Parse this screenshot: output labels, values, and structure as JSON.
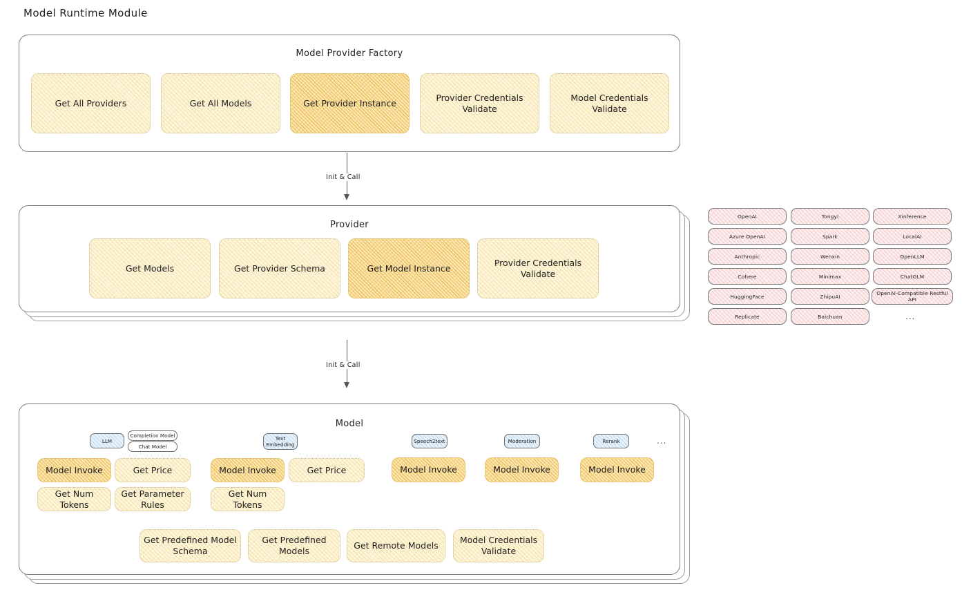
{
  "page": {
    "title": "Model Runtime Module"
  },
  "factory": {
    "title": "Model Provider Factory",
    "nodes": [
      {
        "label": "Get All Providers",
        "highlight": false
      },
      {
        "label": "Get All Models",
        "highlight": false
      },
      {
        "label": "Get Provider Instance",
        "highlight": true
      },
      {
        "label": "Provider Credentials Validate",
        "highlight": false
      },
      {
        "label": "Model Credentials Validate",
        "highlight": false
      }
    ]
  },
  "arrows": [
    {
      "label": "Init & Call"
    },
    {
      "label": "Init & Call"
    }
  ],
  "provider": {
    "title": "Provider",
    "nodes": [
      {
        "label": "Get Models",
        "highlight": false
      },
      {
        "label": "Get Provider Schema",
        "highlight": false
      },
      {
        "label": "Get Model Instance",
        "highlight": true
      },
      {
        "label": "Provider Credentials Validate",
        "highlight": false
      }
    ]
  },
  "provider_list": {
    "columns": [
      {
        "items": [
          "OpenAI",
          "Azure OpenAI",
          "Anthropic",
          "Cohere",
          "HuggingFace",
          "Replicate"
        ]
      },
      {
        "items": [
          "Tongyi",
          "Spark",
          "Wenxin",
          "Minimax",
          "ZhipuAI",
          "Baichuan"
        ]
      },
      {
        "items": [
          "Xinference",
          "LocalAI",
          "OpenLLM",
          "ChatGLM",
          "OpenAI-Compatible Restful API"
        ]
      }
    ],
    "more": "..."
  },
  "model": {
    "title": "Model",
    "more": "...",
    "types": [
      {
        "badge": "LLM",
        "sub_badges": [
          "Completion Model",
          "Chat Model"
        ],
        "nodes": [
          {
            "label": "Model Invoke",
            "highlight": true
          },
          {
            "label": "Get Price",
            "highlight": false
          },
          {
            "label": "Get Num Tokens",
            "highlight": false
          },
          {
            "label": "Get Parameter Rules",
            "highlight": false
          }
        ]
      },
      {
        "badge": "Text Embedding",
        "sub_badges": [],
        "nodes": [
          {
            "label": "Model Invoke",
            "highlight": true
          },
          {
            "label": "Get Price",
            "highlight": false
          },
          {
            "label": "Get Num Tokens",
            "highlight": false
          }
        ]
      },
      {
        "badge": "Speech2text",
        "sub_badges": [],
        "nodes": [
          {
            "label": "Model Invoke",
            "highlight": true
          }
        ]
      },
      {
        "badge": "Moderation",
        "sub_badges": [],
        "nodes": [
          {
            "label": "Model Invoke",
            "highlight": true
          }
        ]
      },
      {
        "badge": "Rerank",
        "sub_badges": [],
        "nodes": [
          {
            "label": "Model Invoke",
            "highlight": true
          }
        ]
      }
    ],
    "common_nodes": [
      {
        "label": "Get Predefined Model Schema"
      },
      {
        "label": "Get Predefined Models"
      },
      {
        "label": "Get Remote Models"
      },
      {
        "label": "Model Credentials Validate"
      }
    ]
  },
  "colors": {
    "node_fill": "#fdf6de",
    "node_highlight_fill": "#fbe8b6",
    "chip_fill": "#fdf0f0",
    "badge_fill": "#e8f2fb",
    "stroke": "#7b7b7b",
    "text": "#1e1e1e"
  }
}
